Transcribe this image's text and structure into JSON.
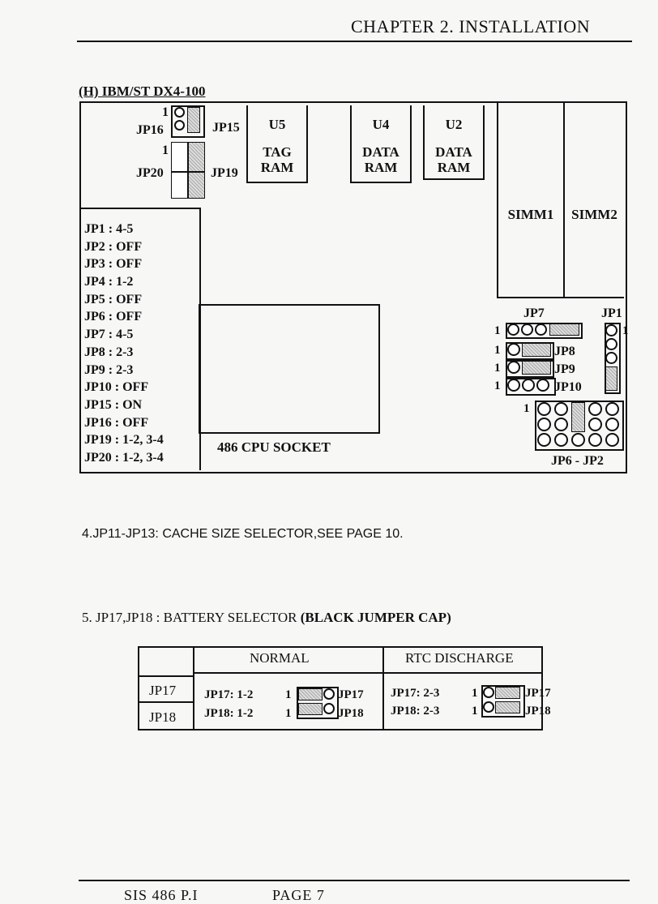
{
  "header": {
    "chapter": "CHAPTER 2. INSTALLATION"
  },
  "section": {
    "title": "(H) IBM/ST DX4-100"
  },
  "board": {
    "jp16": "JP16",
    "jp15": "JP15",
    "jp20": "JP20",
    "jp19": "JP19",
    "pin1": "1",
    "u5": {
      "name": "U5",
      "l1": "TAG",
      "l2": "RAM"
    },
    "u4": {
      "name": "U4",
      "l1": "DATA",
      "l2": "RAM"
    },
    "u2": {
      "name": "U2",
      "l1": "DATA",
      "l2": "RAM"
    },
    "simm1": "SIMM1",
    "simm2": "SIMM2",
    "cpu": "486 CPU SOCKET",
    "jp7": "JP7",
    "jp1": "JP1",
    "jp8": "JP8",
    "jp9": "JP9",
    "jp10": "JP10",
    "jp6jp2": "JP6 - JP2"
  },
  "jumper_settings": [
    "JP1 :  4-5",
    "JP2 :  OFF",
    "JP3  : OFF",
    "JP4  :  1-2",
    "JP5  :  OFF",
    "JP6  :  OFF",
    "JP7  :   4-5",
    "JP8  :  2-3",
    "JP9  :  2-3",
    "JP10 :  OFF",
    "JP15 :  ON",
    "JP16 :  OFF",
    "JP19 :  1-2, 3-4",
    "JP20 :  1-2, 3-4"
  ],
  "note4": "4.JP11-JP13: CACHE SIZE SELECTOR,SEE PAGE 10.",
  "note5": {
    "text": "5. JP17,JP18 : BATTERY SELECTOR",
    "bold": "(BLACK JUMPER CAP)"
  },
  "battery_table": {
    "normal_header": "NORMAL",
    "rtc_header": "RTC DISCHARGE",
    "row1": "JP17",
    "row2": "JP18",
    "n1": "JP17: 1-2",
    "n2": "JP18: 1-2",
    "r1": "JP17: 2-3",
    "r2": "JP18: 2-3",
    "pin1": "1",
    "tag17": "JP17",
    "tag18": "JP18"
  },
  "footer": {
    "left": "SIS 486 P.I",
    "page": "PAGE 7"
  }
}
